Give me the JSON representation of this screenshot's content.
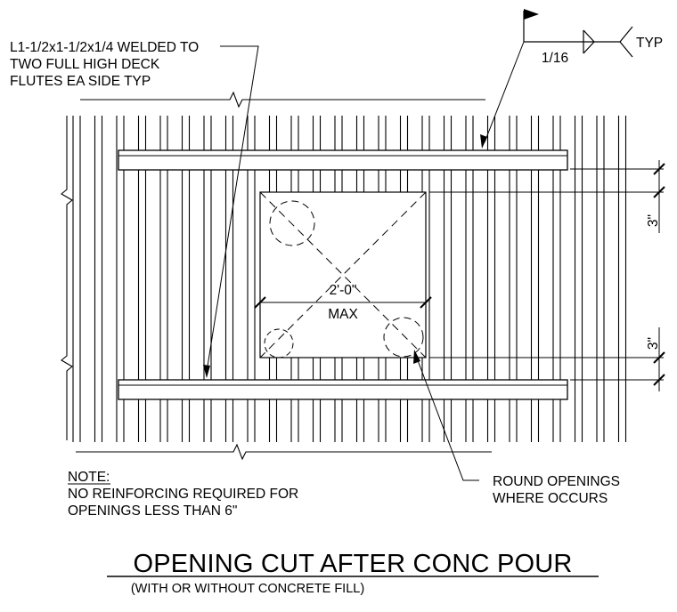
{
  "weld_callout": {
    "lines": [
      "L1-1/2x1-1/2x1/4 WELDED TO",
      "TWO FULL HIGH DECK",
      "FLUTES EA SIDE TYP"
    ]
  },
  "weld_symbol": {
    "size": "1/16",
    "tail": "TYP"
  },
  "dimensions": {
    "opening_size": "2'-0\"",
    "opening_limit": "MAX",
    "edge_top": "3\"",
    "edge_bottom": "3\""
  },
  "note": {
    "heading": "NOTE:",
    "lines": [
      "NO REINFORCING REQUIRED FOR",
      "OPENINGS LESS THAN 6\""
    ]
  },
  "round_openings_callout": {
    "lines": [
      "ROUND OPENINGS",
      "WHERE OCCURS"
    ]
  },
  "title": "OPENING CUT AFTER CONC POUR",
  "subtitle": "(WITH OR WITHOUT CONCRETE FILL)"
}
